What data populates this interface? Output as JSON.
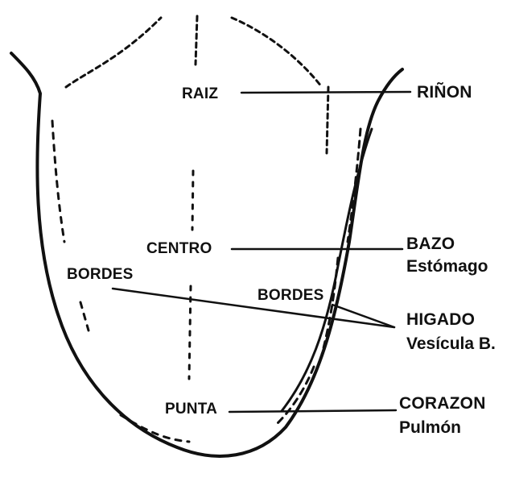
{
  "zones": {
    "raiz": "RAIZ",
    "centro": "CENTRO",
    "bordes_left": "BORDES",
    "bordes_right": "BORDES",
    "punta": "PUNTA"
  },
  "organs": {
    "rinon": "RIÑON",
    "bazo": "BAZO",
    "estomago": "Estómago",
    "higado": "HIGADO",
    "vesicula": "Vesícula B.",
    "corazon": "CORAZON",
    "pulmon": "Pulmón"
  },
  "colors": {
    "ink": "#111111",
    "background": "#ffffff"
  }
}
